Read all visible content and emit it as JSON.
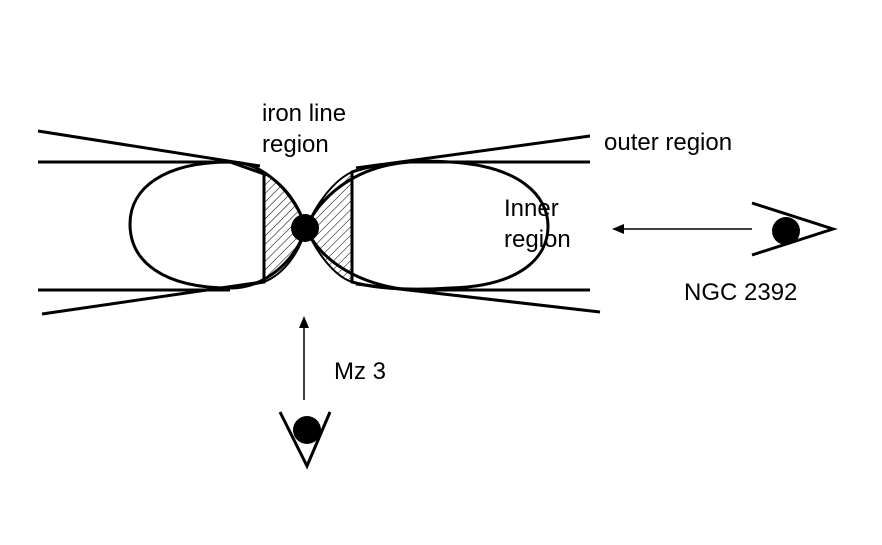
{
  "labels": {
    "iron_line": [
      "iron line",
      "region"
    ],
    "outer": "outer region",
    "inner": [
      "Inner",
      "region"
    ],
    "ngc": "NGC 2392",
    "mz": "Mz 3"
  },
  "colors": {
    "ink": "#000000",
    "background": "#ffffff"
  }
}
